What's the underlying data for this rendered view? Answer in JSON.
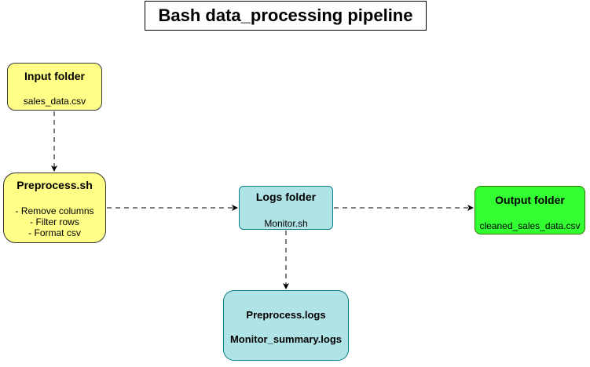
{
  "title": "Bash data_processing pipeline",
  "nodes": {
    "input": {
      "title": "Input folder",
      "text": "sales_data.csv",
      "fill": "#ffff88"
    },
    "preprocess": {
      "title": "Preprocess.sh",
      "lines": [
        "- Remove columns",
        "- Filter rows",
        "- Format csv"
      ],
      "fill": "#ffff88"
    },
    "logs": {
      "title": "Logs folder",
      "text": "Monitor.sh",
      "fill": "#b0e3e6"
    },
    "output": {
      "title": "Output folder",
      "text": "cleaned_sales_data.csv",
      "fill": "#33ff33"
    },
    "preprocess_logs": {
      "title": "Preprocess.logs",
      "text": "Monitor_summary.logs",
      "fill": "#b0e3e6"
    }
  },
  "edges": [
    {
      "from": "input",
      "to": "preprocess",
      "style": "dashed"
    },
    {
      "from": "preprocess",
      "to": "logs",
      "style": "dashed"
    },
    {
      "from": "logs",
      "to": "output",
      "style": "dashed"
    },
    {
      "from": "logs",
      "to": "preprocess_logs",
      "style": "dashed"
    }
  ]
}
